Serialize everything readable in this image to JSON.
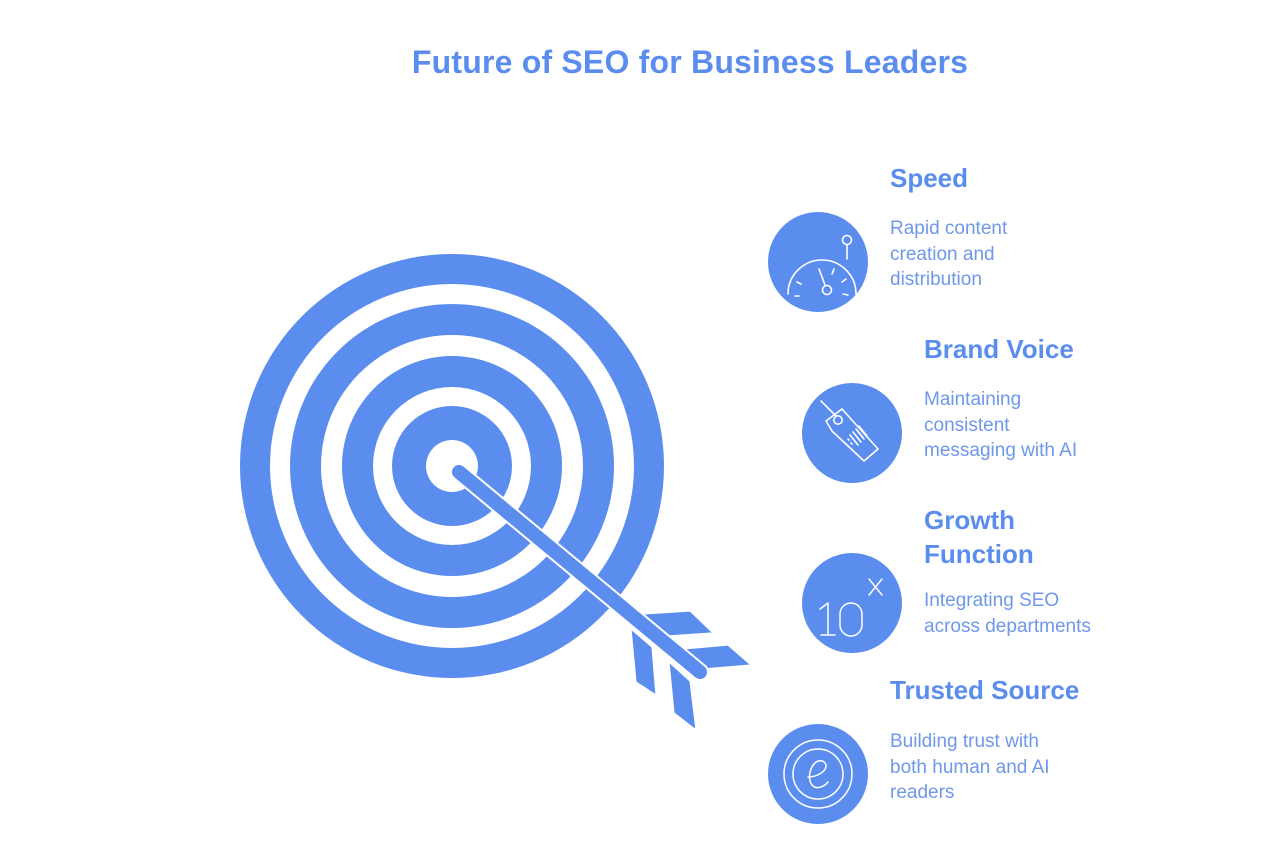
{
  "title": "Future of SEO for Business Leaders",
  "colors": {
    "primary": "#5b8def",
    "description_text": "#6f97ea",
    "background": "#ffffff",
    "icon_stroke": "#ffffff"
  },
  "central_graphic": {
    "type": "bullseye-target-with-arrow",
    "rings": 4
  },
  "items": [
    {
      "title": "Speed",
      "description_lines": [
        "Rapid content",
        "creation and",
        "distribution"
      ],
      "icon": "speedometer-icon"
    },
    {
      "title": "Brand Voice",
      "description_lines": [
        "Maintaining",
        "consistent",
        "messaging with AI"
      ],
      "icon": "price-tag-icon"
    },
    {
      "title_lines": [
        "Growth",
        "Function"
      ],
      "description_lines": [
        "Integrating SEO",
        "across departments"
      ],
      "icon": "ten-x-icon",
      "icon_text": {
        "base": "10",
        "exponent": "X"
      }
    },
    {
      "title": "Trusted Source",
      "description_lines": [
        "Building trust with",
        "both human and AI",
        "readers"
      ],
      "icon": "e-seal-icon"
    }
  ]
}
